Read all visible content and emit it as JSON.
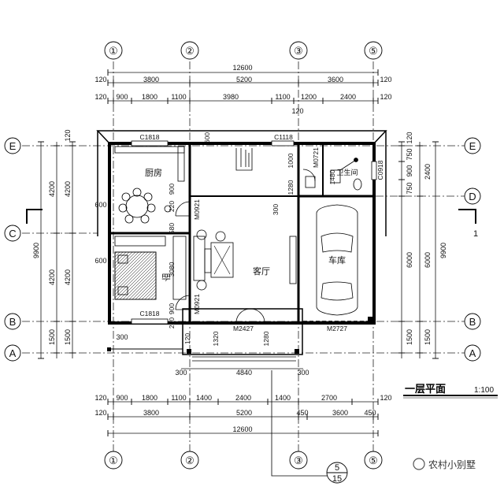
{
  "axes_top": [
    "①",
    "②",
    "③",
    "⑤"
  ],
  "axes_bottom": [
    "①",
    "②",
    "③",
    "⑤"
  ],
  "axes_left": [
    "E",
    "C",
    "B",
    "A"
  ],
  "axes_right": [
    "E",
    "D",
    "B",
    "A"
  ],
  "dims_top": {
    "overall": "12600",
    "row2": [
      "120",
      "3800",
      "5200",
      "3600",
      "120"
    ],
    "row3": [
      "120",
      "900",
      "1800",
      "1100",
      "3980",
      "1100",
      "1200",
      "2400",
      "120"
    ],
    "extra": "120"
  },
  "dims_bottom": {
    "row1": [
      "120",
      "900",
      "1800",
      "1100",
      "1400",
      "2400",
      "1400",
      "2700",
      "120"
    ],
    "row2": [
      "120",
      "3800",
      "5200",
      "450",
      "3600",
      "450"
    ],
    "overall": "12600",
    "step": "4840",
    "step_l": "300",
    "step_r": "300"
  },
  "dims_left": {
    "outer": "9900",
    "mid": [
      "4200",
      "4200",
      "1500"
    ],
    "inner": [
      "120",
      "4200",
      "4200",
      "1500"
    ],
    "small": [
      "600",
      "600",
      "300"
    ]
  },
  "dims_right": {
    "outer": "9900",
    "mid": [
      "2400",
      "6000",
      "1500"
    ],
    "inner": [
      "120",
      "750",
      "900",
      "750",
      "6000",
      "1500"
    ]
  },
  "rooms": {
    "kitchen": "厨房",
    "bedroom": "卧",
    "living": "客厅",
    "garage": "车库",
    "wc": "卫生间"
  },
  "tags": [
    "C1818",
    "C1118",
    "C1818",
    "C0918",
    "M0921",
    "M0921",
    "M0721",
    "M2427",
    "M2727",
    "600",
    "900",
    "580",
    "3080",
    "900",
    "220",
    "220",
    "1000",
    "1280",
    "300",
    "1480",
    "1320",
    "1280",
    "120",
    "900"
  ],
  "title": "一层平面",
  "scale": "1:100",
  "section_mark": "1",
  "detail_top": "5",
  "detail_bottom": "15",
  "watermark": "农村小别墅"
}
